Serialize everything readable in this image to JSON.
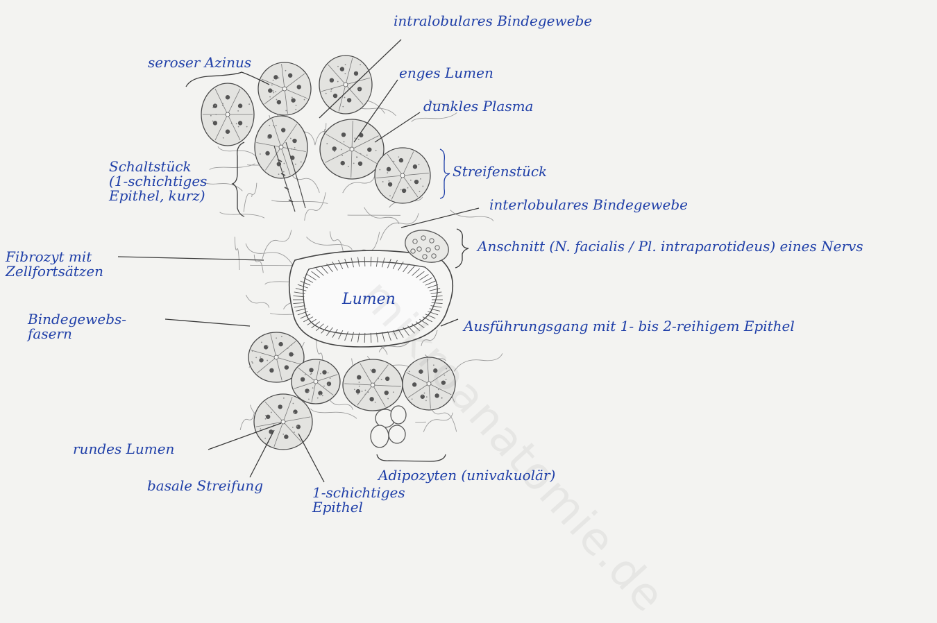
{
  "labels": {
    "intralobular": "intralobulares Bindegewebe",
    "seroser_azinus": "seroser Azinus",
    "enges_lumen": "enges Lumen",
    "dunkles_plasma": "dunkles Plasma",
    "schaltstueck": [
      "Schaltstück",
      "(1-schichtiges",
      "Epithel, kurz)"
    ],
    "streifenstueck": "Streifenstück",
    "interlobular": "interlobulares Bindegewebe",
    "nerv": "Anschnitt (N. facialis / Pl. intraparotideus) eines Nervs",
    "fibrozyt": [
      "Fibrozyt mit",
      "Zellfortsätzen"
    ],
    "fasern": [
      "Bindegewebs-",
      "fasern"
    ],
    "lumen": "Lumen",
    "ausfuehrungsgang": "Ausführungsgang mit 1- bis 2-reihigem Epithel",
    "rundes_lumen": "rundes Lumen",
    "basale_streifung": "basale Streifung",
    "epithel": [
      "1-schichtiges",
      "Epithel"
    ],
    "adipozyten": "Adipozyten (univakuolär)"
  },
  "watermark": "mikroanatomie.de",
  "colors": {
    "ink": "#1f3fa8",
    "pencil": "#4a4a4a",
    "paper": "#f3f3f1"
  }
}
